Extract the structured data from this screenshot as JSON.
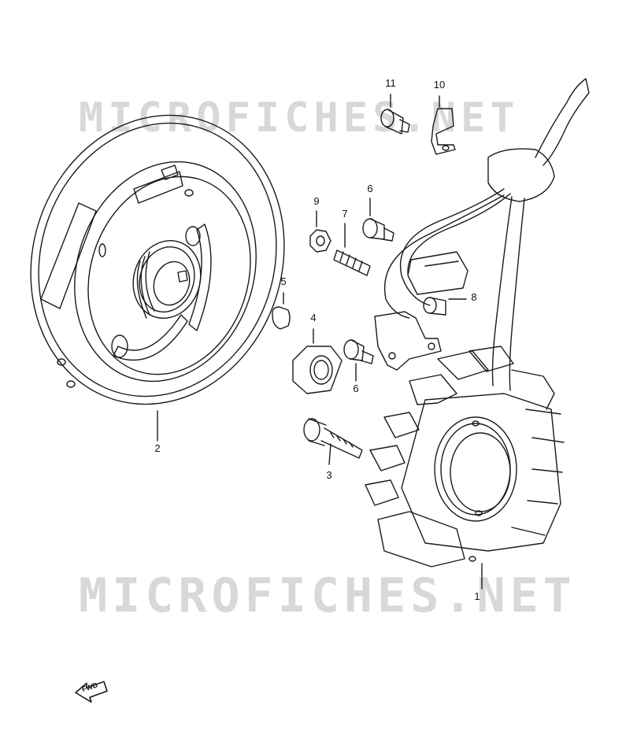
{
  "watermark": {
    "top": "MICROFICHES.NET",
    "bottom": "MICROFICHES.NET"
  },
  "callouts": {
    "p1": "1",
    "p2": "2",
    "p3": "3",
    "p4": "4",
    "p5": "5",
    "p6a": "6",
    "p6b": "6",
    "p7": "7",
    "p8": "8",
    "p9": "9",
    "p10": "10",
    "p11": "11"
  },
  "direction_label": "FWD",
  "colors": {
    "line": "#1a1a1a",
    "watermark": "#d8d8d8",
    "background": "#ffffff"
  }
}
